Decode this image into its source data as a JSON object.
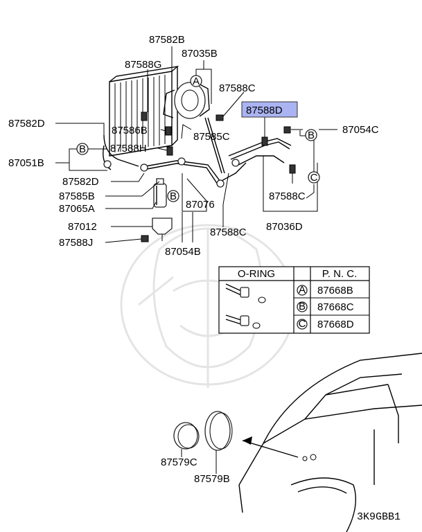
{
  "labels": {
    "l87582B": "87582B",
    "l87035B": "87035B",
    "l87588G": "87588G",
    "l87588C_top": "87588C",
    "l87588D": "87588D",
    "l87582D_top": "87582D",
    "l87586B": "87586B",
    "l87585C": "87585C",
    "l87054C": "87054C",
    "l87588H": "87588H",
    "l87051B": "87051B",
    "l87582D_mid": "87582D",
    "l87585B": "87585B",
    "l87065A": "87065A",
    "l87076": "87076",
    "l87588C_right": "87588C",
    "l87012": "87012",
    "l87588C_bottom": "87588C",
    "l87036D": "87036D",
    "l87588J": "87588J",
    "l87054B": "87054B",
    "l87579C": "87579C",
    "l87579B": "87579B",
    "code": "3K9GBB1"
  },
  "callouts": {
    "A": "A",
    "B": "B",
    "C": "C"
  },
  "oring_table": {
    "header_oring": "O-RING",
    "header_pnc": "P. N. C.",
    "rows": [
      {
        "key": "A",
        "pnc": "87668B"
      },
      {
        "key": "B",
        "pnc": "87668C"
      },
      {
        "key": "C",
        "pnc": "87668D"
      }
    ]
  },
  "colors": {
    "highlight": "#aab4f2"
  }
}
